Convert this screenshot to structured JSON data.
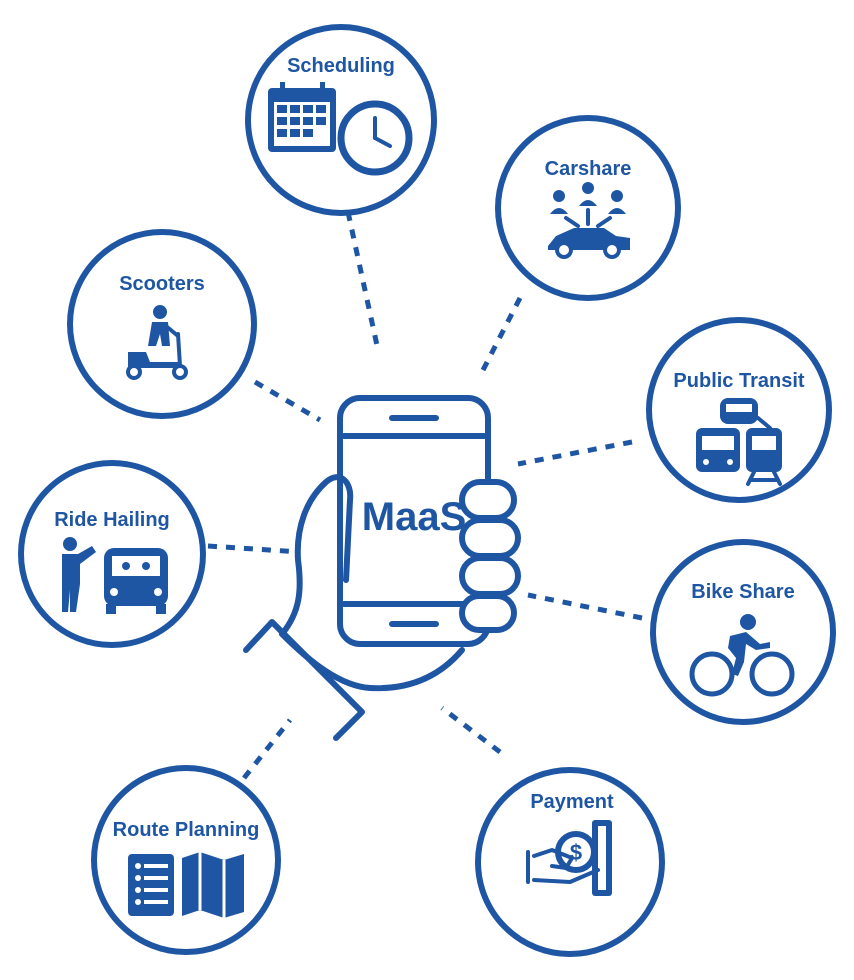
{
  "center": {
    "label": "MaaS"
  },
  "nodes": {
    "scheduling": "Scheduling",
    "carshare": "Carshare",
    "scooters": "Scooters",
    "public_transit": "Public Transit",
    "ride_hailing": "Ride Hailing",
    "bike_share": "Bike Share",
    "route_planning": "Route Planning",
    "payment": "Payment"
  },
  "colors": {
    "primary": "#1f56a3",
    "background": "#ffffff"
  },
  "icons": {
    "scheduling": "calendar-clock-icon",
    "carshare": "people-car-icon",
    "scooters": "scooter-rider-icon",
    "public_transit": "bus-tram-icon",
    "ride_hailing": "hail-taxi-icon",
    "bike_share": "cyclist-icon",
    "route_planning": "list-map-icon",
    "payment": "hand-coin-icon"
  }
}
